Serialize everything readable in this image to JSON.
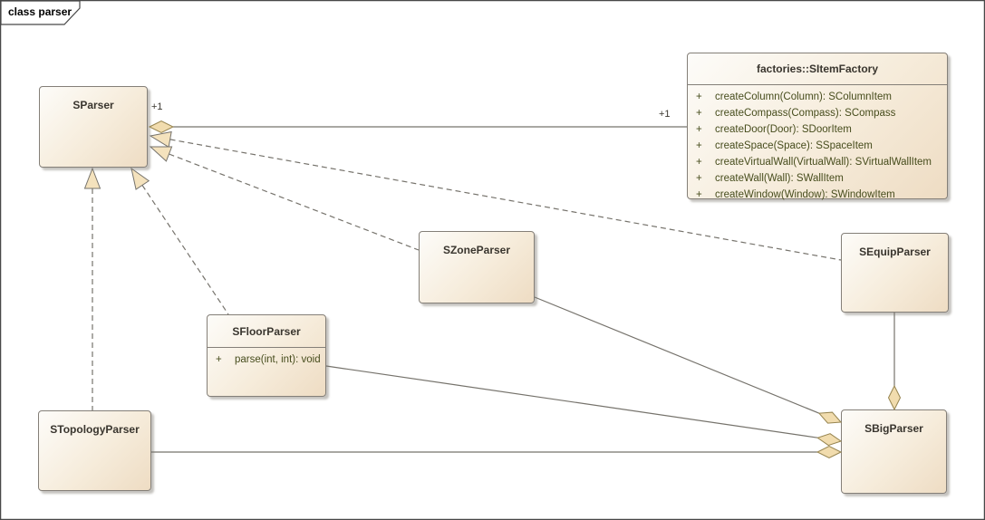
{
  "frame": {
    "label": "class parser"
  },
  "colors": {
    "box_border": "#847f78",
    "box_fill_light": "#fdfcf9",
    "box_fill_dark": "#eedcc3",
    "line_color": "#76736c",
    "diamond_fill": "#f1dcae",
    "diamond_stroke": "#96844f",
    "triangle_fill": "#f4e2bd",
    "title_text": "#39352e",
    "method_text": "#474d1d",
    "frame_border": "#484848"
  },
  "classes": [
    {
      "name": "SParser"
    },
    {
      "name": "factories::SItemFactory",
      "methods": [
        {
          "vis": "+",
          "sig": "createColumn(Column): SColumnItem"
        },
        {
          "vis": "+",
          "sig": "createCompass(Compass): SCompass"
        },
        {
          "vis": "+",
          "sig": "createDoor(Door): SDoorItem"
        },
        {
          "vis": "+",
          "sig": "createSpace(Space): SSpaceItem"
        },
        {
          "vis": "+",
          "sig": "createVirtualWall(VirtualWall): SVirtualWallItem"
        },
        {
          "vis": "+",
          "sig": "createWall(Wall): SWallItem"
        },
        {
          "vis": "+",
          "sig": "createWindow(Window): SWindowItem"
        }
      ]
    },
    {
      "name": "SZoneParser"
    },
    {
      "name": "SFloorParser",
      "methods": [
        {
          "vis": "+",
          "sig": "parse(int, int): void"
        }
      ]
    },
    {
      "name": "SEquipParser"
    },
    {
      "name": "STopologyParser"
    },
    {
      "name": "SBigParser"
    }
  ],
  "multiplicities": {
    "sparser_end": "+1",
    "factory_end": "+1"
  }
}
